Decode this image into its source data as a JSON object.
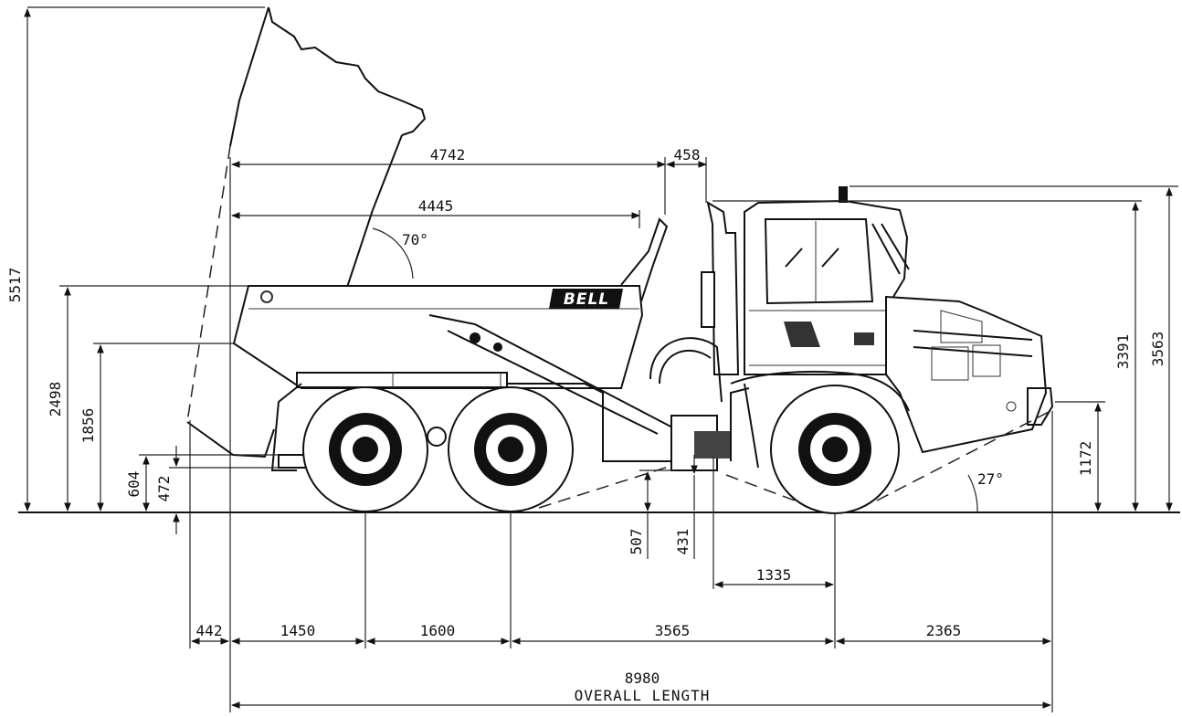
{
  "manufacturer_logo": "BELL",
  "dimensions": {
    "tip_height": "5517",
    "body_length_tipped": "4742",
    "tail_offset": "458",
    "body_inner_length": "4445",
    "tip_angle": "70°",
    "body_top_height": "2498",
    "body_side_height": "1856",
    "rear_clearance_a": "604",
    "rear_clearance_b": "472",
    "ground_clearance_a": "507",
    "ground_clearance_b": "431",
    "front_axle_to_hitch": "1335",
    "cab_height": "3391",
    "overall_height": "3563",
    "bumper_height": "1172",
    "approach_angle": "27°",
    "rear_overhang_extra": "442",
    "rear_overhang": "1450",
    "rear_axle_spacing": "1600",
    "wheelbase": "3565",
    "front_overhang": "2365",
    "overall_length_value": "8980",
    "overall_length_label": "OVERALL LENGTH"
  }
}
